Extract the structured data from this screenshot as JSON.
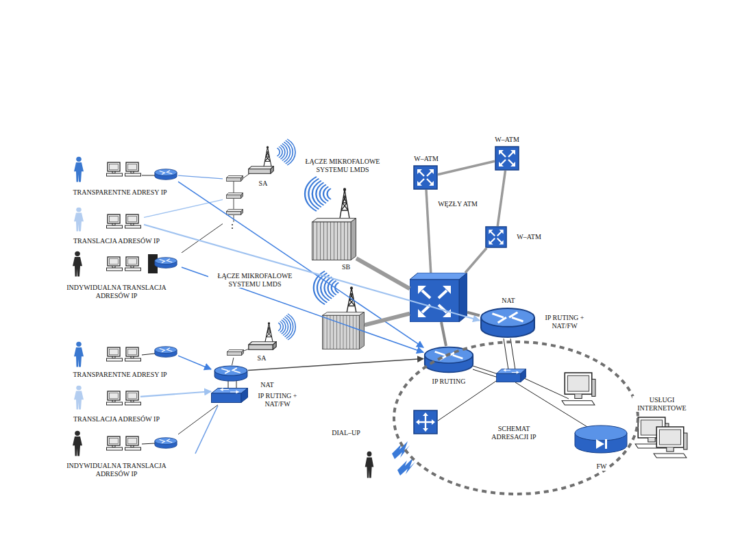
{
  "diagram": {
    "nodes": [
      {
        "text": [
          "TRANSPARENTNE ADRESY IP"
        ]
      },
      {
        "text": [
          "TRANSLACJA ADRESÓW IP"
        ]
      },
      {
        "text": [
          "INDYWIDUALNA TRANSLACJA ADRESÓW IP"
        ]
      },
      {
        "text": [
          "SA"
        ]
      },
      {
        "text": [
          "ŁĄCZE MIKROFALOWE SYSTEMU LMDS",
          "SB"
        ]
      },
      {
        "text": [
          "ŁĄCZE MIKROFALOWE SYSTEMU LMDS"
        ]
      },
      {
        "text": [
          "W–ATM"
        ]
      },
      {
        "text": [
          "W–ATM"
        ]
      },
      {
        "text": [
          "W–ATM"
        ]
      },
      {
        "text": [
          "WĘZŁY ATM"
        ]
      },
      {
        "text": [
          "NAT",
          "IP RUTING + NAT/FW"
        ]
      },
      {
        "text": [
          "SCHEMAT ADRESACJI IP"
        ]
      },
      {
        "text": [
          "IP RUTING"
        ],
        "in": 11
      },
      {
        "text": [
          "FW"
        ],
        "in": 11
      },
      {
        "text": [
          "USŁUGI INTERNETOWE"
        ]
      },
      {
        "text": [
          "SA"
        ]
      },
      {
        "text": [
          "TRANSPARENTNE ADRESY IP"
        ]
      },
      {
        "text": [
          "TRANSLACJA ADRESÓW IP"
        ]
      },
      {
        "text": [
          "INDYWIDUALNA TRANSLACJA ADRESÓW IP"
        ]
      },
      {
        "text": [
          "NAT",
          "IP RUTING + NAT/FW"
        ]
      }
    ],
    "edges": [
      {
        "from": 0,
        "to": 3,
        "arrow": "none"
      },
      {
        "from": 1,
        "to": 3,
        "arrow": "none"
      },
      {
        "from": 2,
        "to": 3,
        "arrow": "none"
      },
      {
        "from": 0,
        "to": 12,
        "arrow": "to"
      },
      {
        "from": 1,
        "to": 10,
        "arrow": "to"
      },
      {
        "from": 2,
        "to": 12,
        "arrow": "to"
      },
      {
        "from": 4,
        "to": 9,
        "arrow": "none"
      },
      {
        "from": 5,
        "to": 9,
        "arrow": "none"
      },
      {
        "from": 6,
        "to": 9,
        "arrow": "none"
      },
      {
        "from": 6,
        "to": 7,
        "arrow": "none"
      },
      {
        "from": 7,
        "to": 8,
        "arrow": "none"
      },
      {
        "from": 8,
        "to": 9,
        "arrow": "none"
      },
      {
        "from": 9,
        "to": 10,
        "arrow": "none"
      },
      {
        "from": 9,
        "to": 12,
        "arrow": "none"
      },
      {
        "from": 15,
        "to": 19,
        "arrow": "none"
      },
      {
        "from": 16,
        "to": 19,
        "arrow": "to"
      },
      {
        "from": 17,
        "to": 19,
        "arrow": "to"
      },
      {
        "from": 18,
        "to": 19,
        "arrow": "none"
      },
      {
        "from": 19,
        "to": 12,
        "arrow": "to"
      }
    ],
    "labels": [
      "DIAL–UP"
    ]
  }
}
